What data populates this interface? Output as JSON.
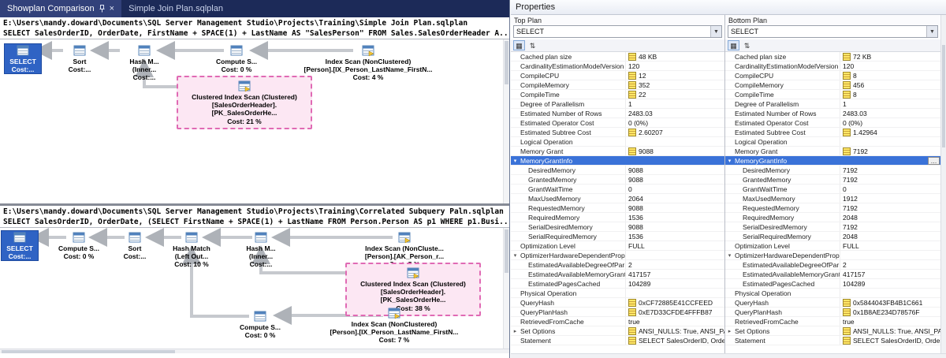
{
  "tabs": {
    "tab1": "Showplan Comparison",
    "tab2": "Simple Join Plan.sqlplan"
  },
  "top_plan": {
    "path": "E:\\Users\\mandy.doward\\Documents\\SQL Server Management Studio\\Projects\\Training\\Simple Join Plan.sqlplan",
    "query": "SELECT SalesOrderID, OrderDate, FirstName + SPACE(1) + LastName AS \"SalesPerson\" FROM Sales.SalesOrderHeader A...",
    "nodes": [
      {
        "label": "SELECT\nCost:..."
      },
      {
        "label": "Sort\nCost:..."
      },
      {
        "label": "Hash M...\n(Inner...\nCost:..."
      },
      {
        "label": "Compute S...\nCost: 0 %"
      },
      {
        "label": "Index Scan (NonClustered)\n[Person].[IX_Person_LastName_FirstN...\nCost: 4 %"
      },
      {
        "label": "Clustered Index Scan (Clustered)\n[SalesOrderHeader].[PK_SalesOrderHe...\nCost: 21 %"
      }
    ]
  },
  "bottom_plan": {
    "path": "E:\\Users\\mandy.doward\\Documents\\SQL Server Management Studio\\Projects\\Training\\Correlated Subquery Paln.sqlplan",
    "query": "SELECT SalesOrderID, OrderDate, (SELECT FirstName + SPACE(1) + LastName FROM Person.Person AS p1 WHERE p1.Busi...",
    "nodes": [
      {
        "label": "SELECT\nCost:..."
      },
      {
        "label": "Compute S...\nCost: 0 %"
      },
      {
        "label": "Sort\nCost:..."
      },
      {
        "label": "Hash Match\n(Left Out...\nCost: 10 %"
      },
      {
        "label": "Hash M...\n(Inner...\nCost:..."
      },
      {
        "label": "Index Scan (NonCluste...\n[Person].[AK_Person_r...\nCost: 5 %"
      },
      {
        "label": "Clustered Index Scan (Clustered)\n[SalesOrderHeader].[PK_SalesOrderHe...\nCost: 38 %"
      },
      {
        "label": "Compute S...\nCost: 0 %"
      },
      {
        "label": "Index Scan (NonClustered)\n[Person].[IX_Person_LastName_FirstN...\nCost: 7 %"
      }
    ]
  },
  "properties": {
    "title": "Properties",
    "top_header": "Top Plan",
    "bottom_header": "Bottom Plan",
    "top_combo": "SELECT",
    "bottom_combo": "SELECT",
    "accent_selected_row": "#3a72d8",
    "highlight_box_color": "#e06ab4",
    "rows": [
      {
        "name": "Cached plan size",
        "top": "48 KB",
        "bottom": "72 KB",
        "icon": true
      },
      {
        "name": "CardinalityEstimationModelVersion",
        "top": "120",
        "bottom": "120"
      },
      {
        "name": "CompileCPU",
        "top": "12",
        "bottom": "8",
        "icon": true
      },
      {
        "name": "CompileMemory",
        "top": "352",
        "bottom": "456",
        "icon": true
      },
      {
        "name": "CompileTime",
        "top": "22",
        "bottom": "8",
        "icon": true
      },
      {
        "name": "Degree of Parallelism",
        "top": "1",
        "bottom": "1"
      },
      {
        "name": "Estimated Number of Rows",
        "top": "2483.03",
        "bottom": "2483.03"
      },
      {
        "name": "Estimated Operator Cost",
        "top": "0 (0%)",
        "bottom": "0 (0%)"
      },
      {
        "name": "Estimated Subtree Cost",
        "top": "2.60207",
        "bottom": "1.42964",
        "icon": true
      },
      {
        "name": "Logical Operation",
        "top": "",
        "bottom": ""
      },
      {
        "name": "Memory Grant",
        "top": "9088",
        "bottom": "7192",
        "icon": true
      },
      {
        "name": "MemoryGrantInfo",
        "group": true,
        "selected": true,
        "ellipsis": true,
        "top": "",
        "bottom": ""
      },
      {
        "name": "DesiredMemory",
        "top": "9088",
        "bottom": "7192",
        "indent": 1
      },
      {
        "name": "GrantedMemory",
        "top": "9088",
        "bottom": "7192",
        "indent": 1
      },
      {
        "name": "GrantWaitTime",
        "top": "0",
        "bottom": "0",
        "indent": 1
      },
      {
        "name": "MaxUsedMemory",
        "top": "2064",
        "bottom": "1912",
        "indent": 1
      },
      {
        "name": "RequestedMemory",
        "top": "9088",
        "bottom": "7192",
        "indent": 1
      },
      {
        "name": "RequiredMemory",
        "top": "1536",
        "bottom": "2048",
        "indent": 1
      },
      {
        "name": "SerialDesiredMemory",
        "top": "9088",
        "bottom": "7192",
        "indent": 1
      },
      {
        "name": "SerialRequiredMemory",
        "top": "1536",
        "bottom": "2048",
        "indent": 1
      },
      {
        "name": "Optimization Level",
        "top": "FULL",
        "bottom": "FULL"
      },
      {
        "name": "OptimizerHardwareDependentPrope",
        "group": true,
        "top": "",
        "bottom": ""
      },
      {
        "name": "EstimatedAvailableDegreeOfPar",
        "top": "2",
        "bottom": "2",
        "indent": 1
      },
      {
        "name": "EstimatedAvailableMemoryGrant",
        "top": "417157",
        "bottom": "417157",
        "indent": 1
      },
      {
        "name": "EstimatedPagesCached",
        "top": "104289",
        "bottom": "104289",
        "indent": 1
      },
      {
        "name": "Physical Operation",
        "top": "",
        "bottom": ""
      },
      {
        "name": "QueryHash",
        "top": "0xCF72885E41CCFEED",
        "bottom": "0x5844043FB4B1C661",
        "icon": true
      },
      {
        "name": "QueryPlanHash",
        "top": "0xE7D33CFDE4FFFB87",
        "bottom": "0x1B8AE234D78576F",
        "icon": true
      },
      {
        "name": "RetrievedFromCache",
        "top": "true",
        "bottom": "true"
      },
      {
        "name": "Set Options",
        "top": "ANSI_NULLS: True, ANSI_PADDING: True,",
        "bottom": "ANSI_NULLS: True, ANSI_PADDING: Tr...",
        "icon": true,
        "collapser": true
      },
      {
        "name": "Statement",
        "top": "SELECT SalesOrderID, OrderDate, First...",
        "bottom": "SELECT  SalesOrderID, OrderDate, (SE...",
        "icon": true
      }
    ]
  }
}
